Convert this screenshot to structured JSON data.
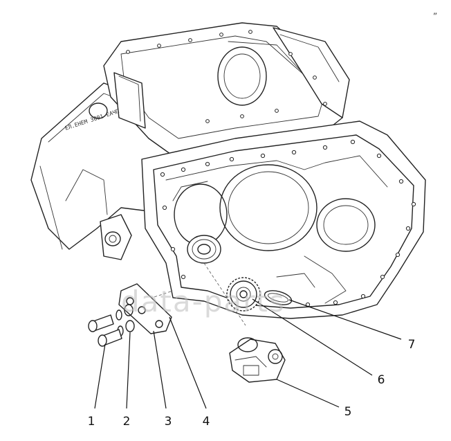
{
  "diagram": {
    "callouts": [
      {
        "id": 1,
        "label": "1"
      },
      {
        "id": 2,
        "label": "2"
      },
      {
        "id": 3,
        "label": "3"
      },
      {
        "id": 4,
        "label": "4"
      },
      {
        "id": 5,
        "label": "5"
      },
      {
        "id": 6,
        "label": "6"
      },
      {
        "id": 7,
        "label": "7"
      }
    ],
    "watermark_text": "data-parts",
    "housing_marking": "ЕЛ.ЕНЕМ 3001 ЕАЧП",
    "corner_mark": "„"
  },
  "colors": {
    "line": "#222222",
    "background": "#ffffff",
    "watermark": "#bdbdbd"
  }
}
